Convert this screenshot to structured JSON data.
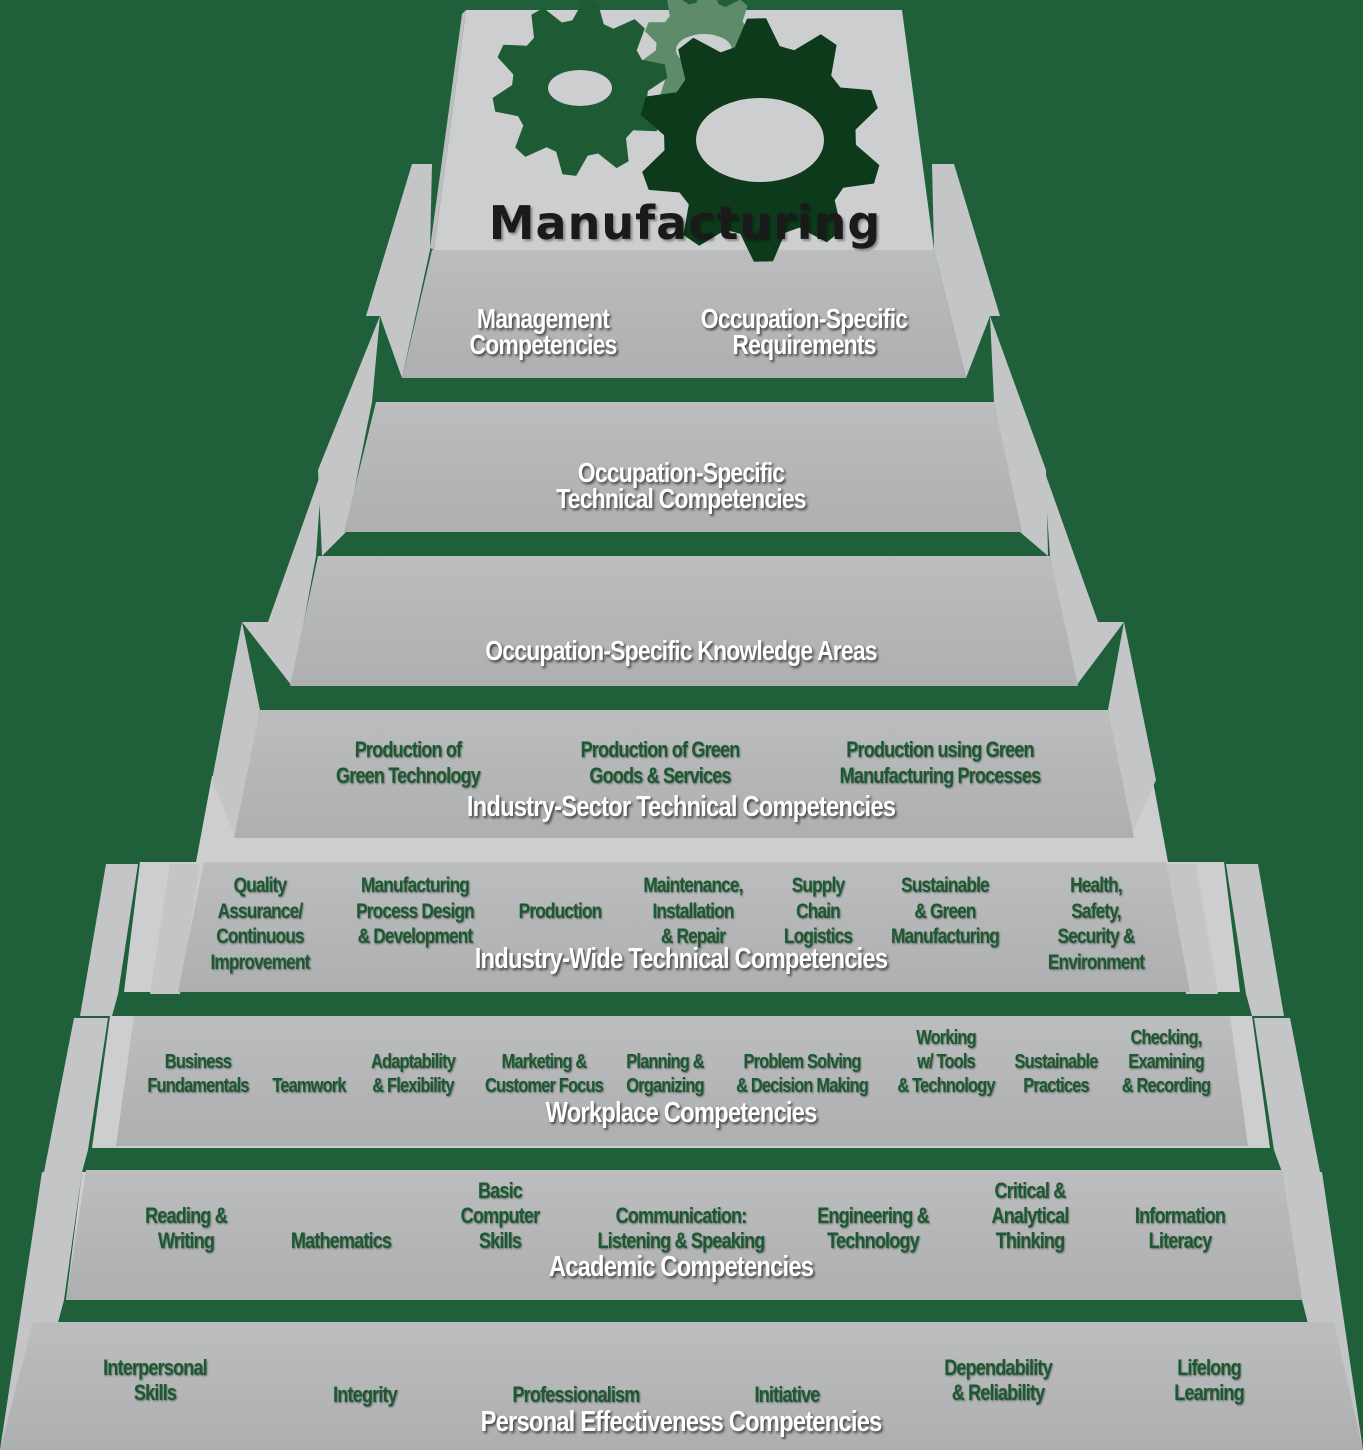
{
  "title": "Manufacturing",
  "tiers": {
    "t9": {
      "left": "Management\nCompetencies",
      "right": "Occupation-Specific\nRequirements"
    },
    "t8": "Occupation-Specific\nTechnical Competencies",
    "t7": "Occupation-Specific Knowledge Areas",
    "t6": {
      "title": "Industry-Sector Technical Competencies",
      "items": [
        "Production of\nGreen Technology",
        "Production of Green\nGoods & Services",
        "Production using Green\nManufacturing Processes"
      ]
    },
    "t5": {
      "title": "Industry-Wide Technical Competencies",
      "items": [
        "Quality\nAssurance/\nContinuous\nImprovement",
        "Manufacturing\nProcess Design\n& Development",
        "Production",
        "Maintenance,\nInstallation\n& Repair",
        "Supply\nChain\nLogistics",
        "Sustainable\n& Green\nManufacturing",
        "Health,\nSafety,\nSecurity &\nEnvironment"
      ]
    },
    "t4": {
      "title": "Workplace Competencies",
      "items": [
        "Business\nFundamentals",
        "Teamwork",
        "Adaptability\n& Flexibility",
        "Marketing &\nCustomer Focus",
        "Planning &\nOrganizing",
        "Problem Solving\n& Decision Making",
        "Working\nw/ Tools\n& Technology",
        "Sustainable\nPractices",
        "Checking,\nExamining\n& Recording"
      ]
    },
    "t3": {
      "title": "Academic Competencies",
      "items": [
        "Reading &\nWriting",
        "Mathematics",
        "Basic\nComputer\nSkills",
        "Communication:\nListening & Speaking",
        "Engineering &\nTechnology",
        "Critical &\nAnalytical\nThinking",
        "Information\nLiteracy"
      ]
    },
    "t2": {
      "title": "Personal Effectiveness Competencies",
      "items": [
        "Interpersonal\nSkills",
        "Integrity",
        "Professionalism",
        "Initiative",
        "Dependability\n& Reliability",
        "Lifelong\nLearning"
      ]
    }
  },
  "colors": {
    "background": "#1f603a",
    "step_face": "#b5b6b8",
    "step_top": "#cdced0",
    "step_side": "#c4c5c7",
    "gear_dark": "#0d3a1a",
    "gear_mid": "#1e5a33",
    "gear_light": "#5e8c6b",
    "label_green": "#1b5a30",
    "label_white": "#ffffff"
  },
  "icons": [
    "gear-icon-left",
    "gear-icon-top",
    "gear-icon-large"
  ]
}
